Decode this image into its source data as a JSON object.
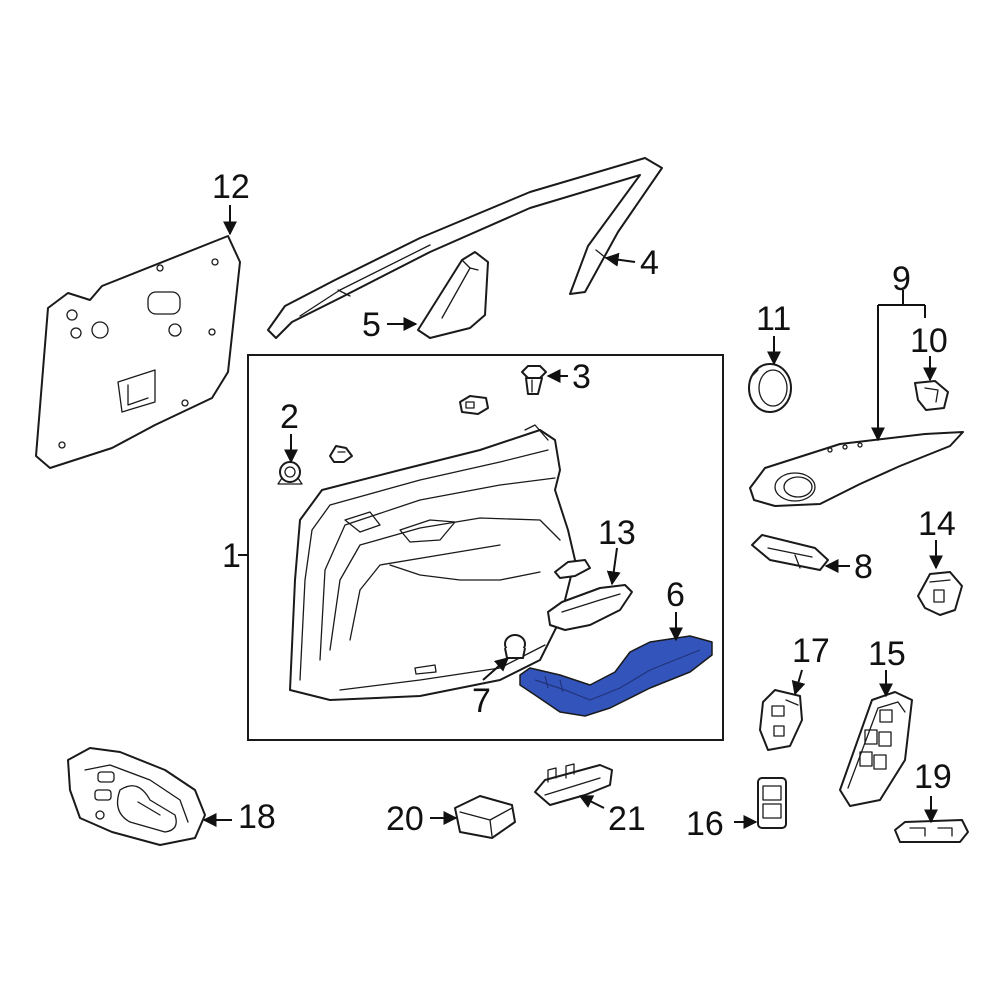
{
  "diagram": {
    "highlight_color": "#3355bb",
    "line_color": "#1a1a1a",
    "highlighted_part": "6",
    "callouts": {
      "c1": "1",
      "c2": "2",
      "c3": "3",
      "c4": "4",
      "c5": "5",
      "c6": "6",
      "c7": "7",
      "c8": "8",
      "c9": "9",
      "c10": "10",
      "c11": "11",
      "c12": "12",
      "c13": "13",
      "c14": "14",
      "c15": "15",
      "c16": "16",
      "c17": "17",
      "c18": "18",
      "c19": "19",
      "c20": "20",
      "c21": "21"
    }
  }
}
